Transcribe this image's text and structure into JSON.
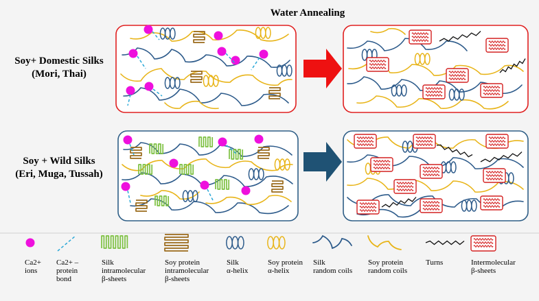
{
  "title": "Water Annealing",
  "rows": [
    {
      "label_line1": "Soy+ Domestic Silks",
      "label_line2": "(Mori, Thai)"
    },
    {
      "label_line1": "Soy + Wild Silks",
      "label_line2": "(Eri, Muga, Tussah)"
    }
  ],
  "legend": [
    {
      "lines": [
        "Ca2+",
        "ions"
      ],
      "icon": "calcium-ion-icon"
    },
    {
      "lines": [
        "Ca2+ –",
        "protein",
        "bond"
      ],
      "icon": "calcium-protein-bond-icon"
    },
    {
      "lines": [
        "Silk",
        "intramolecular",
        "β-sheets"
      ],
      "icon": "silk-intramolecular-beta-sheet-icon"
    },
    {
      "lines": [
        "Soy protein",
        "intramolecular",
        "β-sheets"
      ],
      "icon": "soy-intramolecular-beta-sheet-icon"
    },
    {
      "lines": [
        "Silk",
        "α-helix"
      ],
      "icon": "silk-alpha-helix-icon"
    },
    {
      "lines": [
        "Soy protein",
        "α-helix"
      ],
      "icon": "soy-alpha-helix-icon"
    },
    {
      "lines": [
        "Silk",
        "random coils"
      ],
      "icon": "silk-random-coil-icon"
    },
    {
      "lines": [
        "Soy protein",
        "random coils"
      ],
      "icon": "soy-random-coil-icon"
    },
    {
      "lines": [
        "Turns"
      ],
      "icon": "turns-icon"
    },
    {
      "lines": [
        "Intermolecular",
        "β-sheets"
      ],
      "icon": "intermolecular-beta-sheet-icon"
    }
  ],
  "colors": {
    "background": "#f4f4f4",
    "domestic_box": "#e02020",
    "wild_box": "#2e5e86",
    "arrow_domestic": "#ee1111",
    "arrow_wild": "#1f5274",
    "calcium": "#ee10dd",
    "bond": "#2aa8d8",
    "silk_chain": "#2c5a8a",
    "soy_chain": "#e8b418",
    "silk_sheet": "#7cc040",
    "soy_sheet": "#9a6a1a",
    "inter_sheet": "#d42020",
    "turns": "#111111"
  }
}
